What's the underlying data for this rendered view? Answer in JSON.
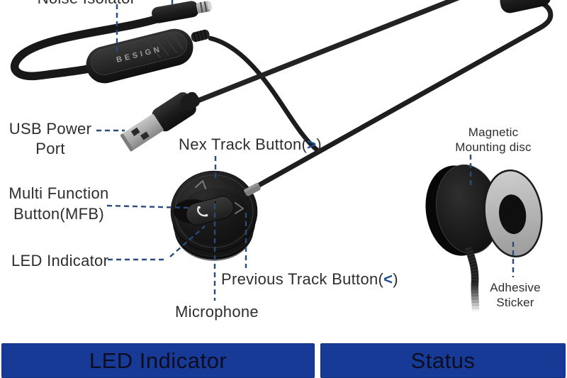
{
  "diagram": {
    "module_brand": "BESIGN",
    "labels": {
      "noise_isolator": "Noise Isolator",
      "usb_power_port": {
        "line1": "USB Power",
        "line2": "Port"
      },
      "nex_track": {
        "prefix": "Nex Track Button(",
        "symbol": ">",
        "suffix": ")"
      },
      "mfb": {
        "line1": "Multi Function",
        "line2": "Button(MFB)"
      },
      "led": "LED Indicator",
      "previous_track": {
        "prefix": "Previous Track Button(",
        "symbol": "<",
        "suffix": ")"
      },
      "microphone": "Microphone",
      "magnetic": {
        "line1": "Magnetic",
        "line2": "Mounting disc"
      },
      "adhesive": {
        "line1": "Adhesive",
        "line2": "Sticker"
      }
    },
    "colors": {
      "callout_dash": "#2b4a7d",
      "accent_symbol": "#1d4e91",
      "table_header_bg": "#163a96",
      "table_header_text": "#0d0d20"
    }
  },
  "table": {
    "headers": [
      "LED Indicator",
      "Status"
    ]
  }
}
